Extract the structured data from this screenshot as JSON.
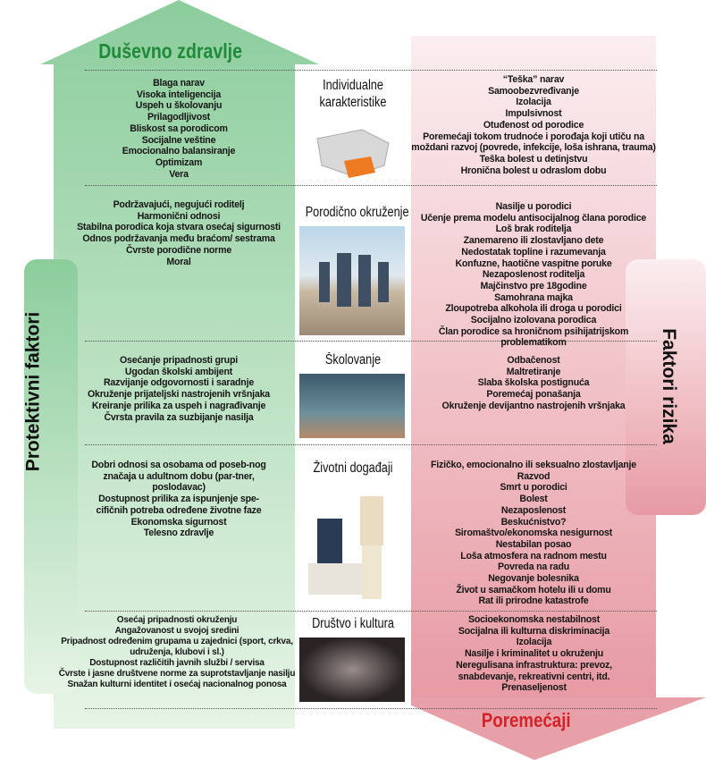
{
  "colors": {
    "protective": "#8fcf9f",
    "risk": "#e8a2aa",
    "health_title": "#1e8a3a",
    "disorder_title": "#d2232a"
  },
  "top_heading": "Duševno zdravlje",
  "bottom_heading": "Poremećaji",
  "left_side_label": "Protektivni faktori",
  "right_side_label": "Faktori rizika",
  "rows": [
    {
      "title": "Individualne karakteristike",
      "image": "puzzle-image",
      "protective": [
        "Blaga narav",
        "Visoka inteligencija",
        "Uspeh u školovanju",
        "Prilagodljivost",
        "Bliskost sa porodicom",
        "Socijalne veštine",
        "Emocionalno balansiranje",
        "Optimizam",
        "Vera"
      ],
      "risk": [
        "“Teška” narav",
        "Samoobezvređivanje",
        "Izolacija",
        "Impulsivnost",
        "Otuđenost od porodice",
        "Poremećaji tokom trudnoće i porođaja koji utiču na moždani razvoj (povrede, infekcije, loša ishrana, trauma)",
        "Teška bolest u detinjstvu",
        "Hronična bolest u odraslom dobu"
      ]
    },
    {
      "title": "Porodično okruženje",
      "image": "family-image",
      "protective": [
        "Podržavajući, negujući roditelj",
        "Harmonični odnosi",
        "Stabilna porodica koja stvara osećaj sigurnosti",
        "Odnos podržavanja među braćom/ sestrama",
        "Čvrste porodične norme",
        "Moral"
      ],
      "risk": [
        "Nasilje u porodici",
        "Učenje prema modelu antisocijalnog člana porodice",
        "Loš brak roditelja",
        "Zanemareno ili zlostavljano dete",
        "Nedostatak topline i razumevanja",
        "Konfuzne, haotične vaspitne poruke",
        "Nezaposlenost roditelja",
        "Majčinstvo pre 18godine",
        "Samohrana majka",
        "Zloupotreba alkohola ili droga u porodici",
        "Socijalno izolovana porodica",
        "Član porodice sa hroničnom psihijatrijskom problematikom"
      ]
    },
    {
      "title": "Školovanje",
      "image": "classroom-image",
      "protective": [
        "Osećanje pripadnosti grupi",
        "Ugodan školski ambijent",
        "Razvijanje odgovornosti i saradnje",
        "Okruženje prijateljski nastrojenih vršnjaka",
        "Kreiranje prilika za uspeh i nagrađivanje",
        "Čvrsta pravila za suzbijanje nasilja"
      ],
      "risk": [
        "Odbačenost",
        "Maltretiranje",
        "Slaba školska postignuća",
        "Poremećaj ponašanja",
        "Okruženje devijantno nastrojenih vršnjaka"
      ]
    },
    {
      "title": "Životni događaji",
      "image": "life-events-image",
      "protective": [
        "Dobri odnosi sa osobama od poseb-nog značaja u adultnom dobu (par-tner, poslodavac)",
        "Dostupnost prilika za ispunjenje spe-cifičnih potreba određene životne faze",
        "Ekonomska sigurnost",
        "Telesno zdravlje"
      ],
      "risk": [
        "Fizičko, emocionalno ili seksualno zlostavljanje",
        "Razvod",
        "Smrt u porodici",
        "Bolest",
        "Nezaposlenost",
        "Beskućnistvo?",
        "Siromaštvo/ekonomska nesigurnost",
        "Nestabilan posao",
        "Loša atmosfera na radnom mestu",
        "Povreda na radu",
        "Negovanje bolesnika",
        "Život u samačkom hotelu ili u domu",
        "Rat ili prirodne katastrofe"
      ]
    },
    {
      "title": "Društvo i kultura",
      "image": "dancers-image",
      "protective": [
        "Osećaj pripadnosti okruženju",
        "Angažovanost u svojoj sredini",
        "Pripadnost određenim grupama u zajednici (sport, crkva, udruženja, klubovi i sl.)",
        "Dostupnost različitih javnih službi / servisa",
        "Čvrste i jasne društvene norme za suprotstavljanje nasilju",
        "Snažan kulturni identitet i osećaj nacionalnog ponosa"
      ],
      "risk": [
        "Socioekonomska nestabilnost",
        "Socijalna ili kulturna diskriminacija",
        "Izolacija",
        "Nasilje i kriminalitet u okruženju",
        "Neregulisana infrastruktura: prevoz, snabdevanje, rekreativni centri, itd.",
        "Prenaseljenost"
      ]
    }
  ]
}
